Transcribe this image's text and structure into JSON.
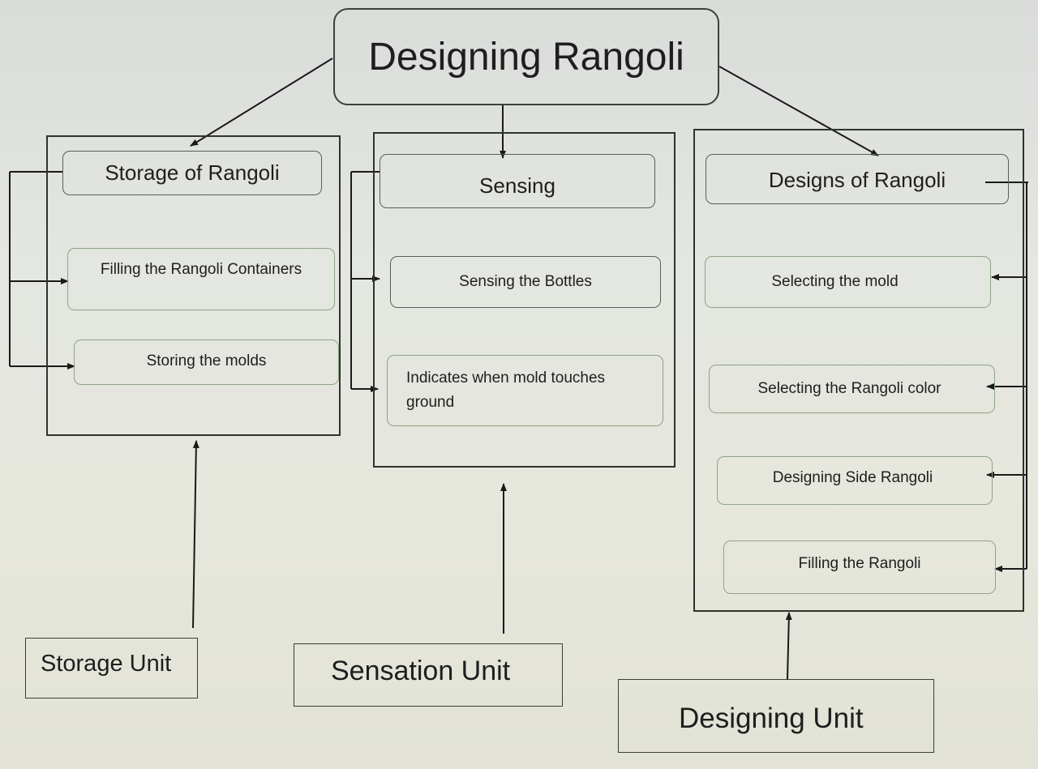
{
  "title": "Designing Rangoli",
  "columns": [
    {
      "heading": "Storage of Rangoli",
      "items": [
        "Filling the Rangoli Containers",
        "Storing the molds"
      ]
    },
    {
      "heading": "Sensing",
      "items": [
        "Sensing the Bottles",
        "Indicates when mold touches ground"
      ]
    },
    {
      "heading": "Designs of Rangoli",
      "items": [
        "Selecting the mold",
        "Selecting the Rangoli color",
        "Designing Side Rangoli",
        "Filling the Rangoli"
      ]
    }
  ],
  "units": [
    "Storage Unit",
    "Sensation Unit",
    "Designing Unit"
  ]
}
